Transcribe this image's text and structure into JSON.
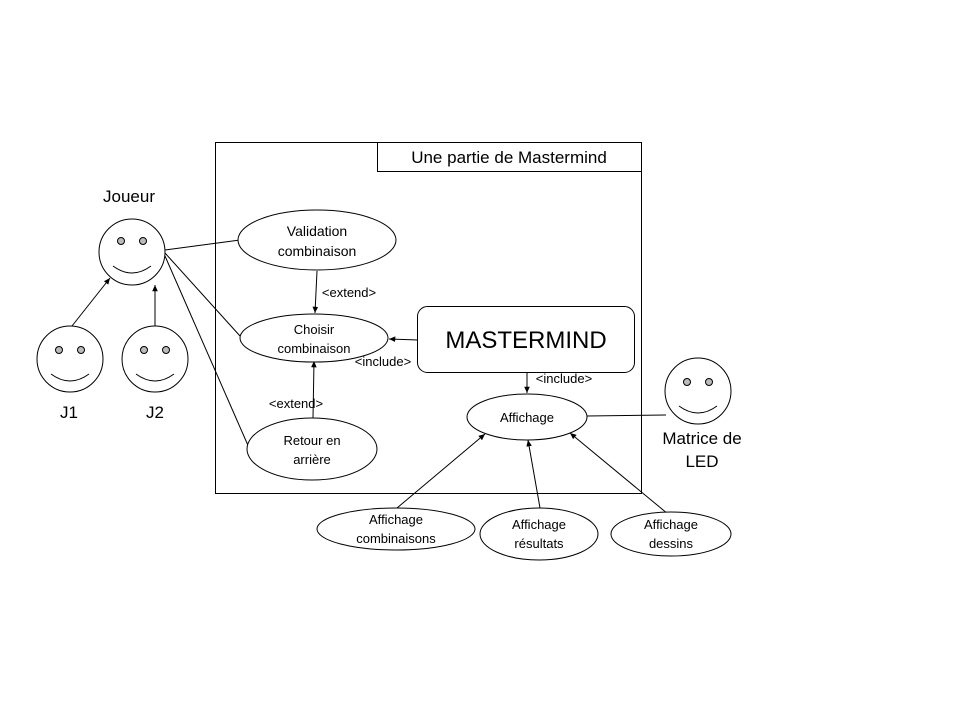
{
  "diagram": {
    "system_title": "Une partie de Mastermind",
    "actors": {
      "joueur": "Joueur",
      "j1": "J1",
      "j2": "J2",
      "matrice": [
        "Matrice de",
        "LED"
      ]
    },
    "use_cases": {
      "validation": [
        "Validation",
        "combinaison"
      ],
      "choisir": [
        "Choisir",
        "combinaison"
      ],
      "retour": [
        "Retour en",
        "arrière"
      ],
      "affichage": "Affichage",
      "aff_combinaisons": [
        "Affichage",
        "combinaisons"
      ],
      "aff_resultats": [
        "Affichage",
        "résultats"
      ],
      "aff_dessins": [
        "Affichage",
        "dessins"
      ]
    },
    "system_box": "MASTERMIND",
    "relations": {
      "extend_top": "<extend>",
      "extend_bottom": "<extend>",
      "include_left": "<include>",
      "include_down": "<include>"
    }
  }
}
